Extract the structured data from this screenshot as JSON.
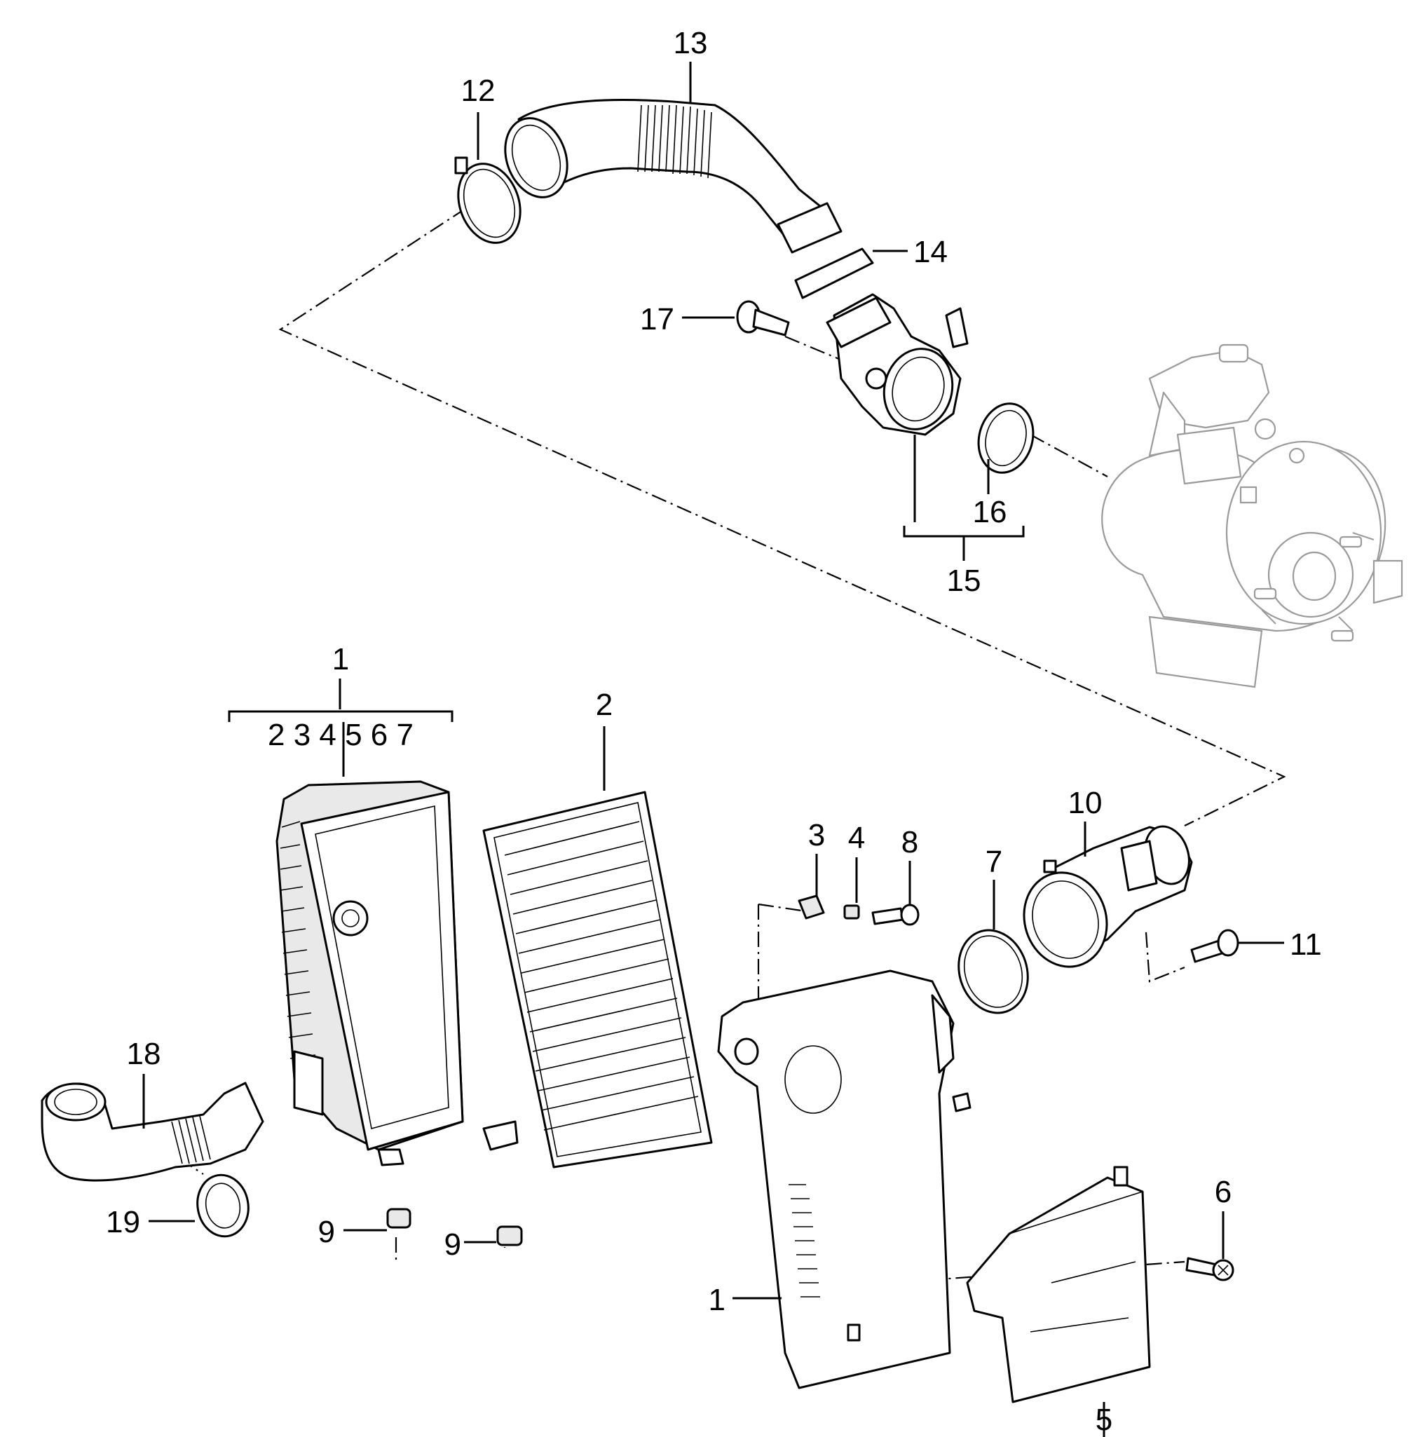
{
  "callouts": {
    "n1_top": "1",
    "n1_sub": "2 3 4 5 6 7",
    "n1_side": "1",
    "n2": "2",
    "n3": "3",
    "n4": "4",
    "n5": "5",
    "n6": "6",
    "n7": "7",
    "n8": "8",
    "n9a": "9",
    "n9b": "9",
    "n10": "10",
    "n11": "11",
    "n12": "12",
    "n13": "13",
    "n14": "14",
    "n15": "15",
    "n16": "16",
    "n17": "17",
    "n18": "18",
    "n19": "19"
  }
}
